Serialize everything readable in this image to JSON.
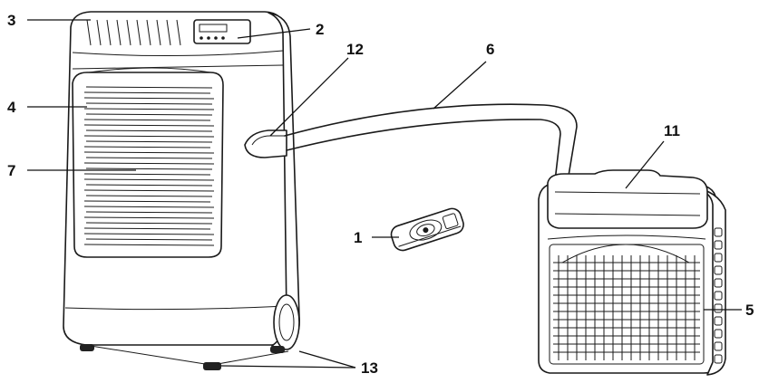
{
  "callouts": {
    "c1": "1",
    "c2": "2",
    "c3": "3",
    "c4": "4",
    "c5": "5",
    "c6": "6",
    "c7": "7",
    "c11": "11",
    "c12": "12",
    "c13": "13"
  },
  "colors": {
    "ink": "#1a1a1a",
    "background": "#ffffff",
    "feet": "#222222"
  }
}
